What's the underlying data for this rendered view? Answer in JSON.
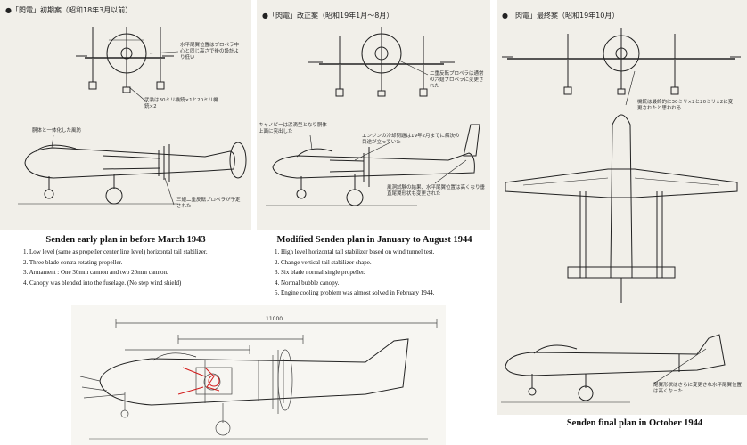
{
  "panel_early": {
    "header": "●「閃電」初期案（昭和18年3月以前）",
    "notes": [
      "水平尾翼位置はプロペラ中心と同じ高さで後の設計より低い",
      "武装は30ミリ機銃×1と20ミリ機銃×2",
      "胴体と一体化した風防",
      "三翅二重反転プロペラが予定された"
    ]
  },
  "panel_modified": {
    "header": "●「閃電」改正案（昭和19年1月〜8月）",
    "notes": [
      "二重反転プロペラは通常の六翅プロペラに変更された",
      "キャノピーは涙滴型となり胴体上面に突出した",
      "エンジンの冷却問題は19年2月までに解決の目途が立っていた",
      "風洞試験の結果、水平尾翼位置は高くなり垂直尾翼形状も変更された"
    ]
  },
  "panel_final": {
    "header": "●「閃電」最終案（昭和19年10月）",
    "notes": [
      "機銃は最終的に30ミリ×2と20ミリ×2に変更されたと思われる",
      "尾翼形状はさらに変更され水平尾翼位置は高くなった"
    ]
  },
  "early_plan": {
    "title": "Senden early plan in before March 1943",
    "items": [
      "1. Low level (same as propeller center line level) horizontal tail stabilizer.",
      "2. Three blade contra rotating propeller.",
      "3. Armament : One 30mm cannon and two 20mm cannon.",
      "4. Canopy was blended into the fuselage. (No step wind shield)"
    ]
  },
  "modified_plan": {
    "title": "Modified Senden plan in January to August 1944",
    "items": [
      "1. High level horizontal tail stabilizer based on wind tunnel test.",
      "2. Change vertical tail stabilizer shape.",
      "3. Six blade normal single propeller.",
      "4. Normal bubble canopy.",
      "5. Engine cooling problem was almost solved in February 1944."
    ]
  },
  "final_plan": {
    "title": "Senden final plan in October 1944"
  },
  "drawing": {
    "dimension": "11000"
  }
}
